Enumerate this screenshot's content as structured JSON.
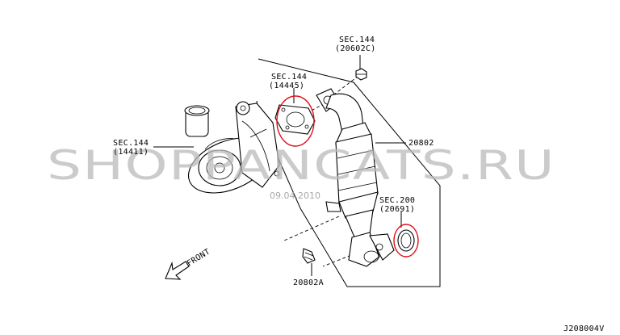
{
  "labels": {
    "sec144_nut": [
      "SEC.144",
      "(20602C)"
    ],
    "sec144_gasket": [
      "SEC.144",
      "(14445)"
    ],
    "sec144_turbo": [
      "SEC.144",
      "(14411)"
    ],
    "converter": "20802",
    "sec200_gasket": [
      "SEC.200",
      "(20691)"
    ],
    "stud": "20802A",
    "front": "FRONT",
    "figure_code": "J208004V"
  },
  "watermark": {
    "text": "SHOPPANCATS.RU",
    "date": "09.04.2010"
  },
  "colors": {
    "line": "#000000",
    "highlight": "#e0101a",
    "watermark": "#b9b9b9"
  }
}
